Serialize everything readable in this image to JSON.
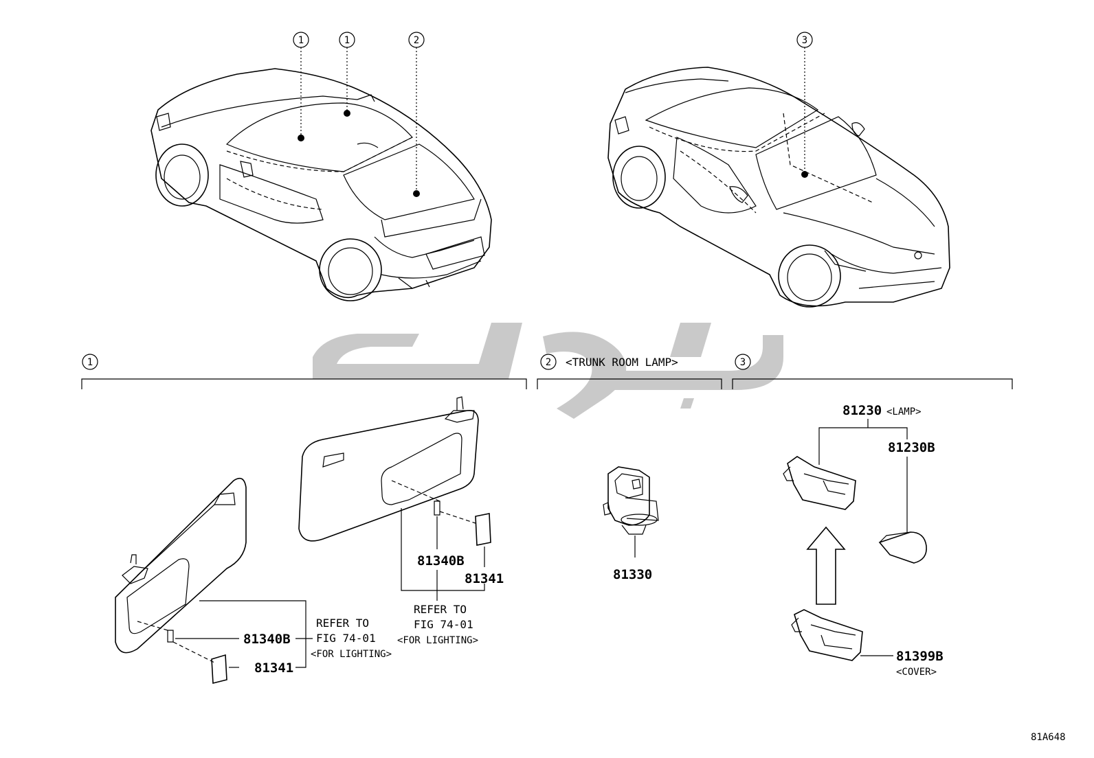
{
  "callouts": {
    "c1": "1",
    "c2": "2",
    "c3": "3"
  },
  "sections": {
    "trunk_label": "<TRUNK ROOM LAMP>"
  },
  "parts": {
    "visor_left_bulb": "81340B",
    "visor_left_lens": "81341",
    "visor_right_bulb": "81340B",
    "visor_right_lens": "81341",
    "trunk_lamp": "81330",
    "lamp": "81230",
    "lamp_tag": "<LAMP>",
    "lamp_bulb": "81230B",
    "cover": "81399B",
    "cover_tag": "<COVER>"
  },
  "references": {
    "refer_to": "REFER TO",
    "fig": "FIG 74-01",
    "for_lighting": "<FOR LIGHTING>"
  },
  "figure_id": "81A648",
  "watermark_color": "#c9c9c9"
}
